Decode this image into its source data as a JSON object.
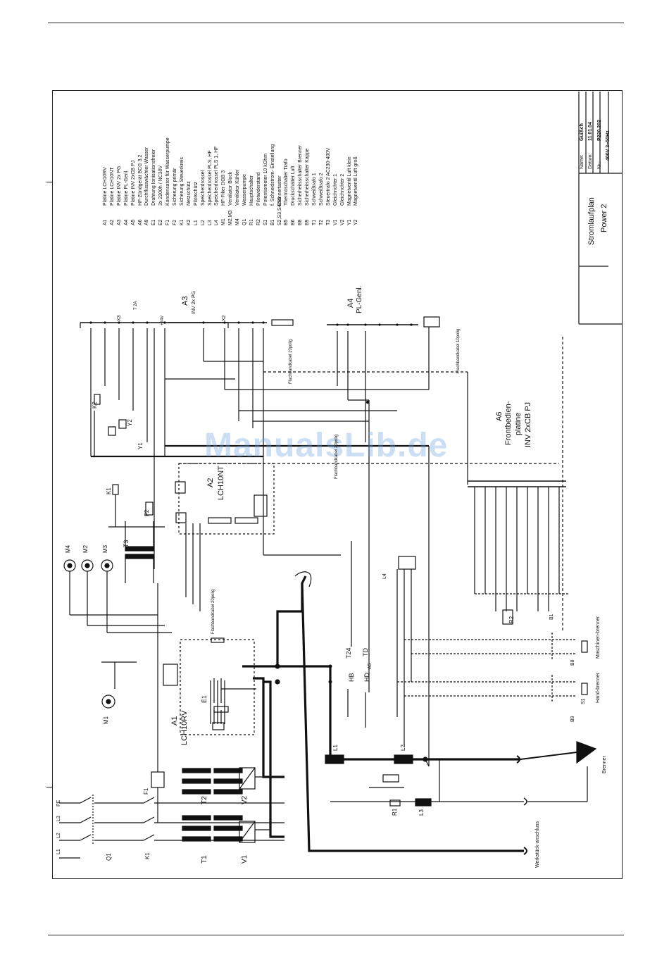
{
  "page": {
    "watermark": "ManualsLib.de"
  },
  "title_block": {
    "title_line1": "Stromlaufplan",
    "title_line2": "Power 2",
    "name_label": "Name:",
    "name_value": "Gu/Ach",
    "date_label": "Datum:",
    "date_value": "11.01.04",
    "nr_label": "Nr.:",
    "nr_value": "P220.202",
    "voltage_value": "400V 3~50Hz"
  },
  "legend": [
    {
      "code": "A1",
      "text": "Platine LCH10RV"
    },
    {
      "code": "A2",
      "text": "Platine LCH10NT"
    },
    {
      "code": "A3",
      "text": "Platine INV 2x PG"
    },
    {
      "code": "A4",
      "text": "Platine PL-Genl"
    },
    {
      "code": "A5",
      "text": "Platine INV 2xCB PJ"
    },
    {
      "code": "A6",
      "text": "HF-Zündgerät BCG 3.2"
    },
    {
      "code": "A9",
      "text": "Durchflusswächter Wasser"
    },
    {
      "code": "E1",
      "text": "Drahtung Ionisationsfreier"
    },
    {
      "code": "E2",
      "text": "3x 2200h / NC30V"
    },
    {
      "code": "F1",
      "text": "Kondensator für Wasserpumpe"
    },
    {
      "code": "F2",
      "text": "Sicherung primär"
    },
    {
      "code": "K1",
      "text": "Sicherung Steuerkreis"
    },
    {
      "code": "K2",
      "text": "Netzschütz"
    },
    {
      "code": "L1",
      "text": "Pilotschütz"
    },
    {
      "code": "L2",
      "text": "Speicherdrossel"
    },
    {
      "code": "L3",
      "text": "Speicherdrossel PLS, HF"
    },
    {
      "code": "L4",
      "text": "Speicherdrossel PLS 1, HF"
    },
    {
      "code": "M1",
      "text": "HF-Filter DGB 3"
    },
    {
      "code": "M2,M3",
      "text": "Ventilator Block"
    },
    {
      "code": "M4",
      "text": "Ventilator Kühler"
    },
    {
      "code": "Q1",
      "text": "Wasserpumpe"
    },
    {
      "code": "R1",
      "text": "Hauptschalter"
    },
    {
      "code": "R2",
      "text": "Pilotwiderstand"
    },
    {
      "code": "S1",
      "text": "Potentiometer 10 kOhm"
    },
    {
      "code": "B1",
      "text": "f. Schneidstrom- Einstellung"
    },
    {
      "code": "S2,S3,S4,S5",
      "text": "Brennertaster"
    },
    {
      "code": "B5",
      "text": "Thermoschalter Trafo"
    },
    {
      "code": "B6",
      "text": "Druckschalter Luft"
    },
    {
      "code": "B8",
      "text": "Sicherheitsschalter Brenner"
    },
    {
      "code": "B9",
      "text": "Sicherheitsschalter Kappe"
    },
    {
      "code": "T1",
      "text": "Schweißtrafo 1"
    },
    {
      "code": "T2",
      "text": "Schweißtrafo 2"
    },
    {
      "code": "T3",
      "text": "Steuertrafo 2 AC230-400V"
    },
    {
      "code": "V1",
      "text": "Gleichrichter 1"
    },
    {
      "code": "V2",
      "text": "Gleichrichter 2"
    },
    {
      "code": "Y1",
      "text": "Magnetventil Luft klein"
    },
    {
      "code": "Y2",
      "text": "Magnetventil Luft groß"
    }
  ],
  "labels": {
    "a1_name": "A1",
    "a1_sub": "LCH10RV",
    "a2_name": "A2",
    "a2_sub": "LCH10NT",
    "a3_name": "A3",
    "a3_sub": "INV 2x PG",
    "a4_name": "A4",
    "a4_sub": "PL-Genl.",
    "a6_name": "A6",
    "a6_sub1": "Frontbedien-",
    "a6_sub2": "platine",
    "a6_sub3": "INV 2xCB PJ",
    "x3": "X3",
    "x2": "X2",
    "flat1": "Flachbandkabel 20polig",
    "flat2": "Flachbandkabel 10polig",
    "flat3": "Flachbandkabel 20polig",
    "flat4": "Flachbandkabel 10polig",
    "k1": "K1",
    "k2": "K2",
    "y1": "Y1",
    "y2": "Y2",
    "t1": "T1",
    "t2": "T2",
    "t3": "T3",
    "v1": "V1",
    "v2": "V2",
    "f1": "F1",
    "f2": "F2",
    "e1": "E1",
    "l1": "L1",
    "l2": "L2",
    "l3": "L3",
    "l4": "L4",
    "r1": "R1",
    "r2": "R2",
    "q1": "Q1",
    "k1b": "K1",
    "m1": "M1",
    "m2": "M2",
    "m3": "M3",
    "m4": "M4",
    "hb": "HB",
    "hd": "HD",
    "tb": "T24",
    "td": "TD",
    "a5": "A5",
    "brenner": "Brenner",
    "werkstueck": "Werkstück-anschluss",
    "maschinenbrenner": "Maschinen-brenner",
    "handbrenner": "Hand-brenner",
    "b1": "B1",
    "b8": "B8",
    "b9": "B9",
    "s1": "S1",
    "phases": [
      "L1",
      "L2",
      "L3",
      "PE"
    ],
    "fuse": "T 2A",
    "ac_in": "+24V"
  }
}
